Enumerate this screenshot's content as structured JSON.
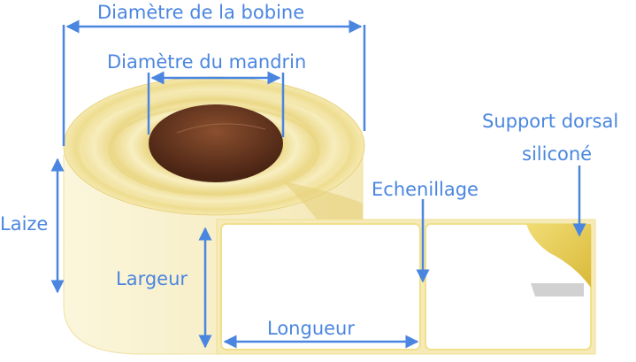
{
  "labels": {
    "roll_diameter": "Diamètre de la bobine",
    "core_diameter": "Diamètre du mandrin",
    "backing": "Support dorsal",
    "backing_sub": "siliconé",
    "matrix": "Echenillage",
    "web_width": "Laize",
    "label_width": "Largeur",
    "label_length": "Longueur"
  },
  "colors": {
    "dimension_text": "#4a86e0",
    "dimension_line": "#4a86e0",
    "roll_face": "#f2e49c",
    "roll_body": "#f7eec2",
    "core": "#6b3a22",
    "label_border": "#f0e08a",
    "label_fill": "#ffffff",
    "backing_fill": "#e8cf55"
  }
}
